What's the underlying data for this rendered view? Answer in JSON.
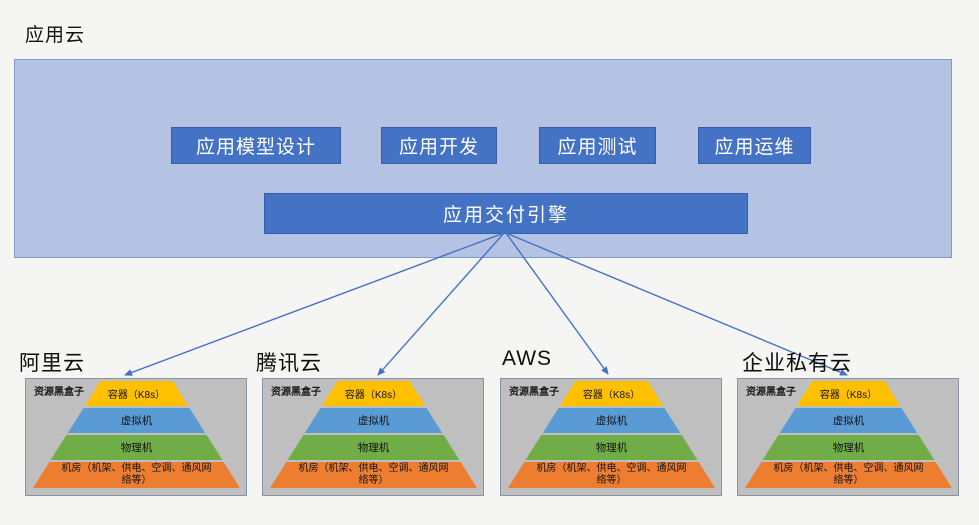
{
  "page": {
    "background": "#F5F5F3",
    "title": "应用云"
  },
  "app_cloud": {
    "box_fill": "#B4C3E3",
    "box_border": "#7E99CC",
    "button_fill": "#4472C4",
    "buttons": [
      {
        "label": "应用模型设计"
      },
      {
        "label": "应用开发"
      },
      {
        "label": "应用测试"
      },
      {
        "label": "应用运维"
      }
    ],
    "engine_bar": {
      "label": "应用交付引擎",
      "fill": "#4472C4"
    }
  },
  "arrows": {
    "color": "#4472C4",
    "count": 4
  },
  "sections": [
    {
      "label": "阿里云"
    },
    {
      "label": "腾讯云"
    },
    {
      "label": "AWS"
    },
    {
      "label": "企业私有云"
    }
  ],
  "pyramid": {
    "blackbox_label": "资源黑盒子",
    "box_fill": "#BFBFBF",
    "layers": [
      {
        "label": "容器（K8s）",
        "color": "#FFC000"
      },
      {
        "label": "虚拟机",
        "color": "#5B9BD5"
      },
      {
        "label": "物理机",
        "color": "#70AD47"
      },
      {
        "label": "机房（机架、供电、空调、通风网络等）",
        "color": "#ED7D31"
      }
    ]
  }
}
